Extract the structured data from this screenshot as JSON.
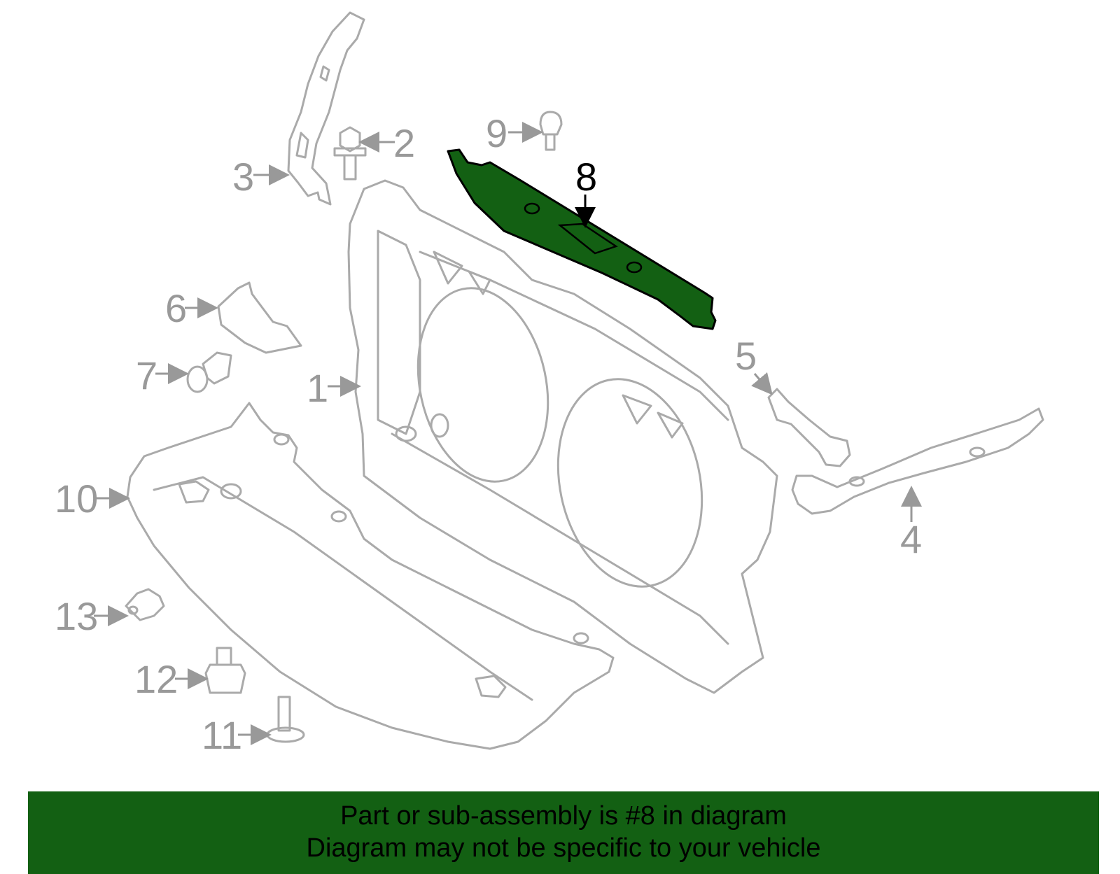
{
  "diagram": {
    "callouts": [
      "1",
      "2",
      "3",
      "4",
      "5",
      "6",
      "7",
      "8",
      "9",
      "10",
      "11",
      "12",
      "13"
    ],
    "highlighted_part": "8",
    "highlight_color": "#136013",
    "line_color": "#aaaaaa"
  },
  "footer": {
    "line1": "Part or sub-assembly is #8 in diagram",
    "line2": "Diagram may not be specific to your vehicle",
    "background": "#136013"
  }
}
